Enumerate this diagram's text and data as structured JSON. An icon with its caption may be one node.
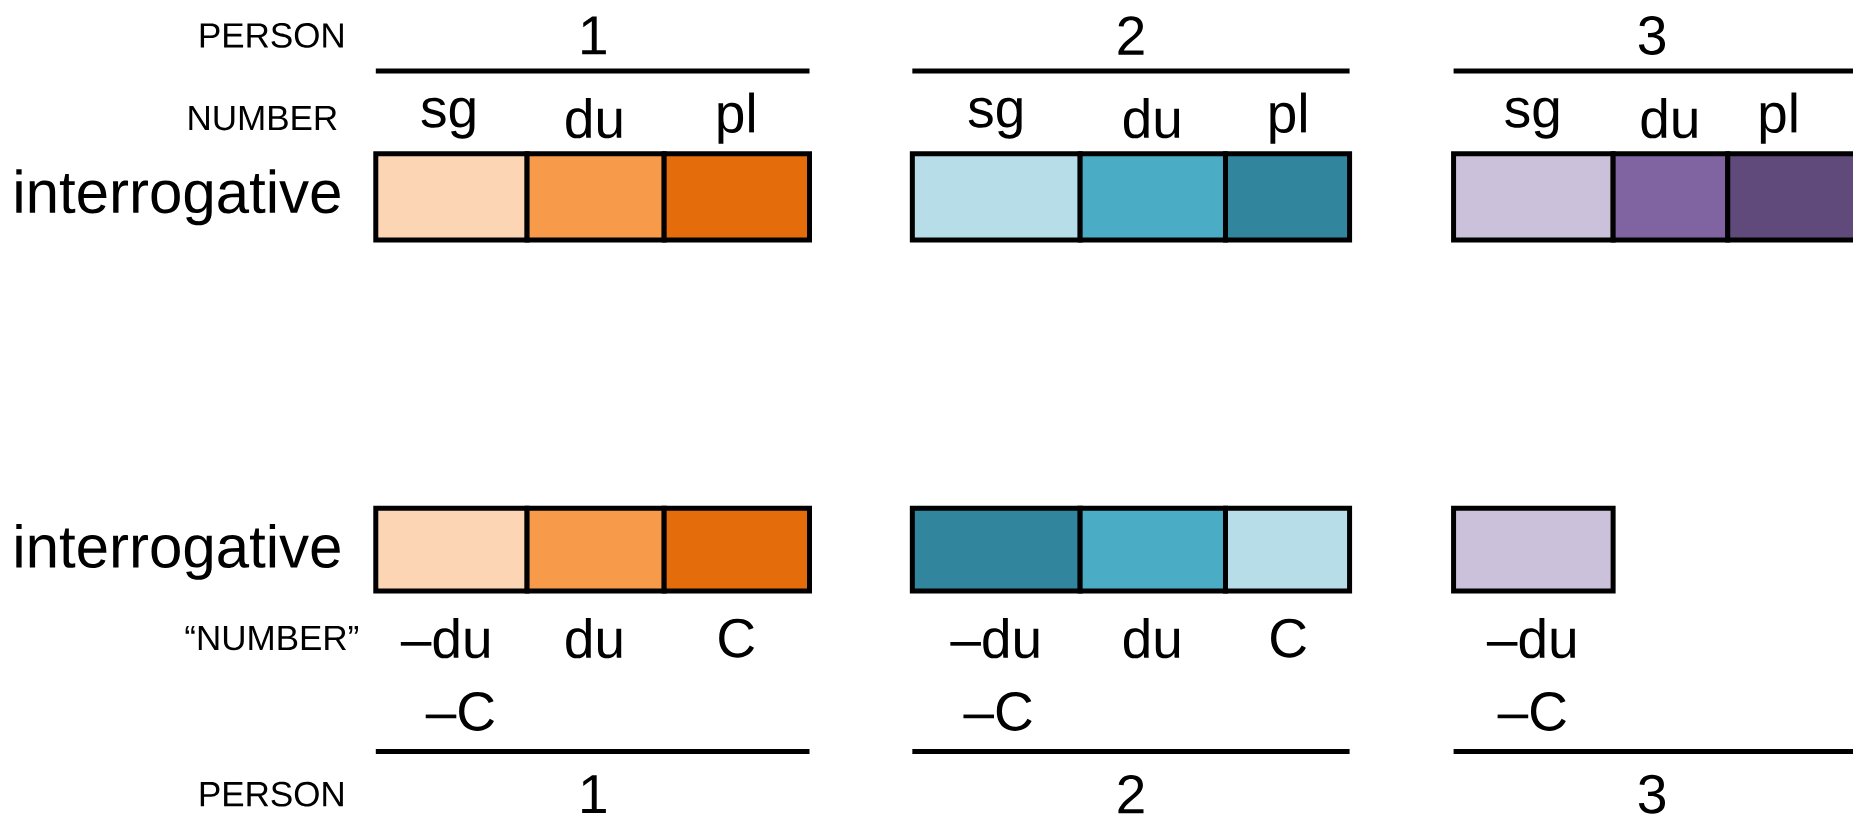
{
  "diagram": {
    "nodes": [
      {
        "text": [],
        "shape": "box"
      },
      {
        "text": [],
        "shape": "box"
      },
      {
        "text": [],
        "shape": "box"
      },
      {
        "text": [],
        "shape": "box"
      },
      {
        "text": [],
        "shape": "box"
      },
      {
        "text": [],
        "shape": "box"
      },
      {
        "text": [],
        "shape": "box"
      },
      {
        "text": [],
        "shape": "box"
      },
      {
        "text": [],
        "shape": "box"
      },
      {
        "text": [],
        "shape": "box"
      },
      {
        "text": [],
        "shape": "box"
      },
      {
        "text": [],
        "shape": "box"
      },
      {
        "text": [],
        "shape": "box"
      },
      {
        "text": [],
        "shape": "box"
      },
      {
        "text": [],
        "shape": "box"
      },
      {
        "text": [],
        "shape": "box"
      }
    ],
    "labels": [
      "PERSON",
      "1",
      "2",
      "3",
      "NUMBER",
      "sg",
      "du",
      "pl",
      "sg",
      "du",
      "pl",
      "sg",
      "du",
      "pl",
      "interrogative",
      "interrogative",
      "“NUMBER”",
      "–du",
      "du",
      "C",
      "–du",
      "du",
      "C",
      "–du",
      "–C",
      "–C",
      "–C",
      "PERSON",
      "1",
      "2",
      "3"
    ]
  }
}
